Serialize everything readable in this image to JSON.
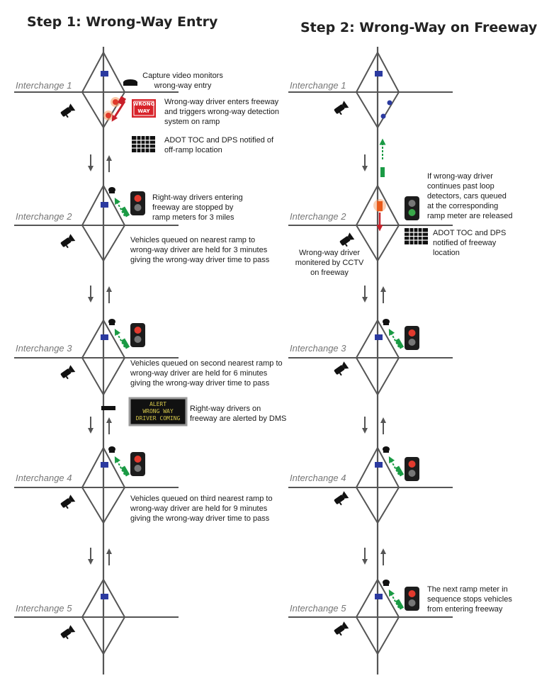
{
  "titles": {
    "step1": "Step 1: Wrong-Way Entry",
    "step2": "Step 2: Wrong-Way on Freeway"
  },
  "interchanges": [
    "Interchange 1",
    "Interchange 2",
    "Interchange 3",
    "Interchange 4",
    "Interchange 5"
  ],
  "step1_notes": {
    "capture_video": [
      "Capture video monitors",
      "wrong-way entry"
    ],
    "wrong_way_enters": [
      "Wrong-way driver enters freeway",
      "and triggers wrong-way detection",
      "system on ramp"
    ],
    "adot_notified_offramp": [
      "ADOT TOC and DPS notified of",
      "off-ramp location"
    ],
    "right_way_stopped": [
      "Right-way drivers entering",
      "freeway are stopped by",
      "ramp meters for 3 miles"
    ],
    "held_3": [
      "Vehicles queued on nearest ramp to",
      "wrong-way driver are held for 3 minutes",
      "giving the wrong-way driver time to pass"
    ],
    "held_6": [
      "Vehicles queued on second nearest ramp to",
      "wrong-way driver are held for 6 minutes",
      "giving the wrong-way driver time to pass"
    ],
    "dms_alert": "Right-way drivers on freeway are alerted by DMS",
    "held_9": [
      "Vehicles queued on third nearest ramp to",
      "wrong-way driver are held for 9 minutes",
      "giving the wrong-way driver time to pass"
    ]
  },
  "step2_notes": {
    "continues_past": [
      "If wrong-way driver",
      "continues past loop",
      "detectors, cars queued",
      "at the corresponding",
      "ramp meter are released"
    ],
    "adot_notified_freeway": [
      "ADOT TOC and DPS",
      "notified of freeway",
      "location"
    ],
    "monitored_cctv": [
      "Wrong-way driver",
      "monitered by CCTV",
      "on freeway"
    ],
    "next_meter": [
      "The next ramp meter in",
      "sequence stops vehicles",
      "from entering freeway"
    ]
  },
  "signs": {
    "wrong_way": [
      "WRONG",
      "WAY"
    ],
    "dms": [
      "ALERT",
      "WRONG WAY",
      "DRIVER COMING"
    ]
  },
  "colors": {
    "road": "#555555",
    "detector": "#2b3aa0",
    "arrow_green": "#1a9a44",
    "arrow_red": "#c8202a",
    "sign_red": "#d8232a",
    "dms_text": "#d6c84a",
    "label_gray": "#777777"
  }
}
